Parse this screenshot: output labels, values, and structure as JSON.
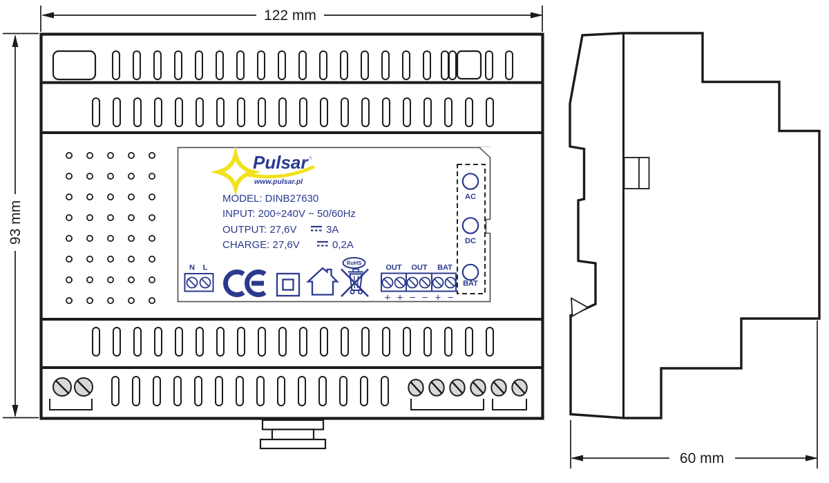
{
  "dimensions": {
    "width": "122 mm",
    "height": "93 mm",
    "depth": "60 mm"
  },
  "label": {
    "brand": "Pulsar",
    "reg_mark": "®",
    "website": "www.pulsar.pl",
    "model": "MODEL: DINB27630",
    "input": "INPUT: 200÷240V ~ 50/60Hz",
    "output_prefix": "OUTPUT: 27,6V",
    "output_current": "3A",
    "charge_prefix": "CHARGE: 27,6V",
    "charge_current": "0,2A",
    "rohs": "RoHS",
    "mains_terminals": {
      "n": "N",
      "l": "L"
    },
    "output_terminals": [
      "OUT",
      "OUT",
      "BAT"
    ],
    "polarity": [
      "+",
      "+",
      "−",
      "−",
      "+",
      "−"
    ],
    "leds": {
      "ac": "AC",
      "dc": "DC",
      "bat": "BAT"
    }
  },
  "colors": {
    "navy": "#2b3a8f",
    "yellow": "#f2e11e",
    "line": "#1b1b1b",
    "screw": "#d8d8d8"
  }
}
